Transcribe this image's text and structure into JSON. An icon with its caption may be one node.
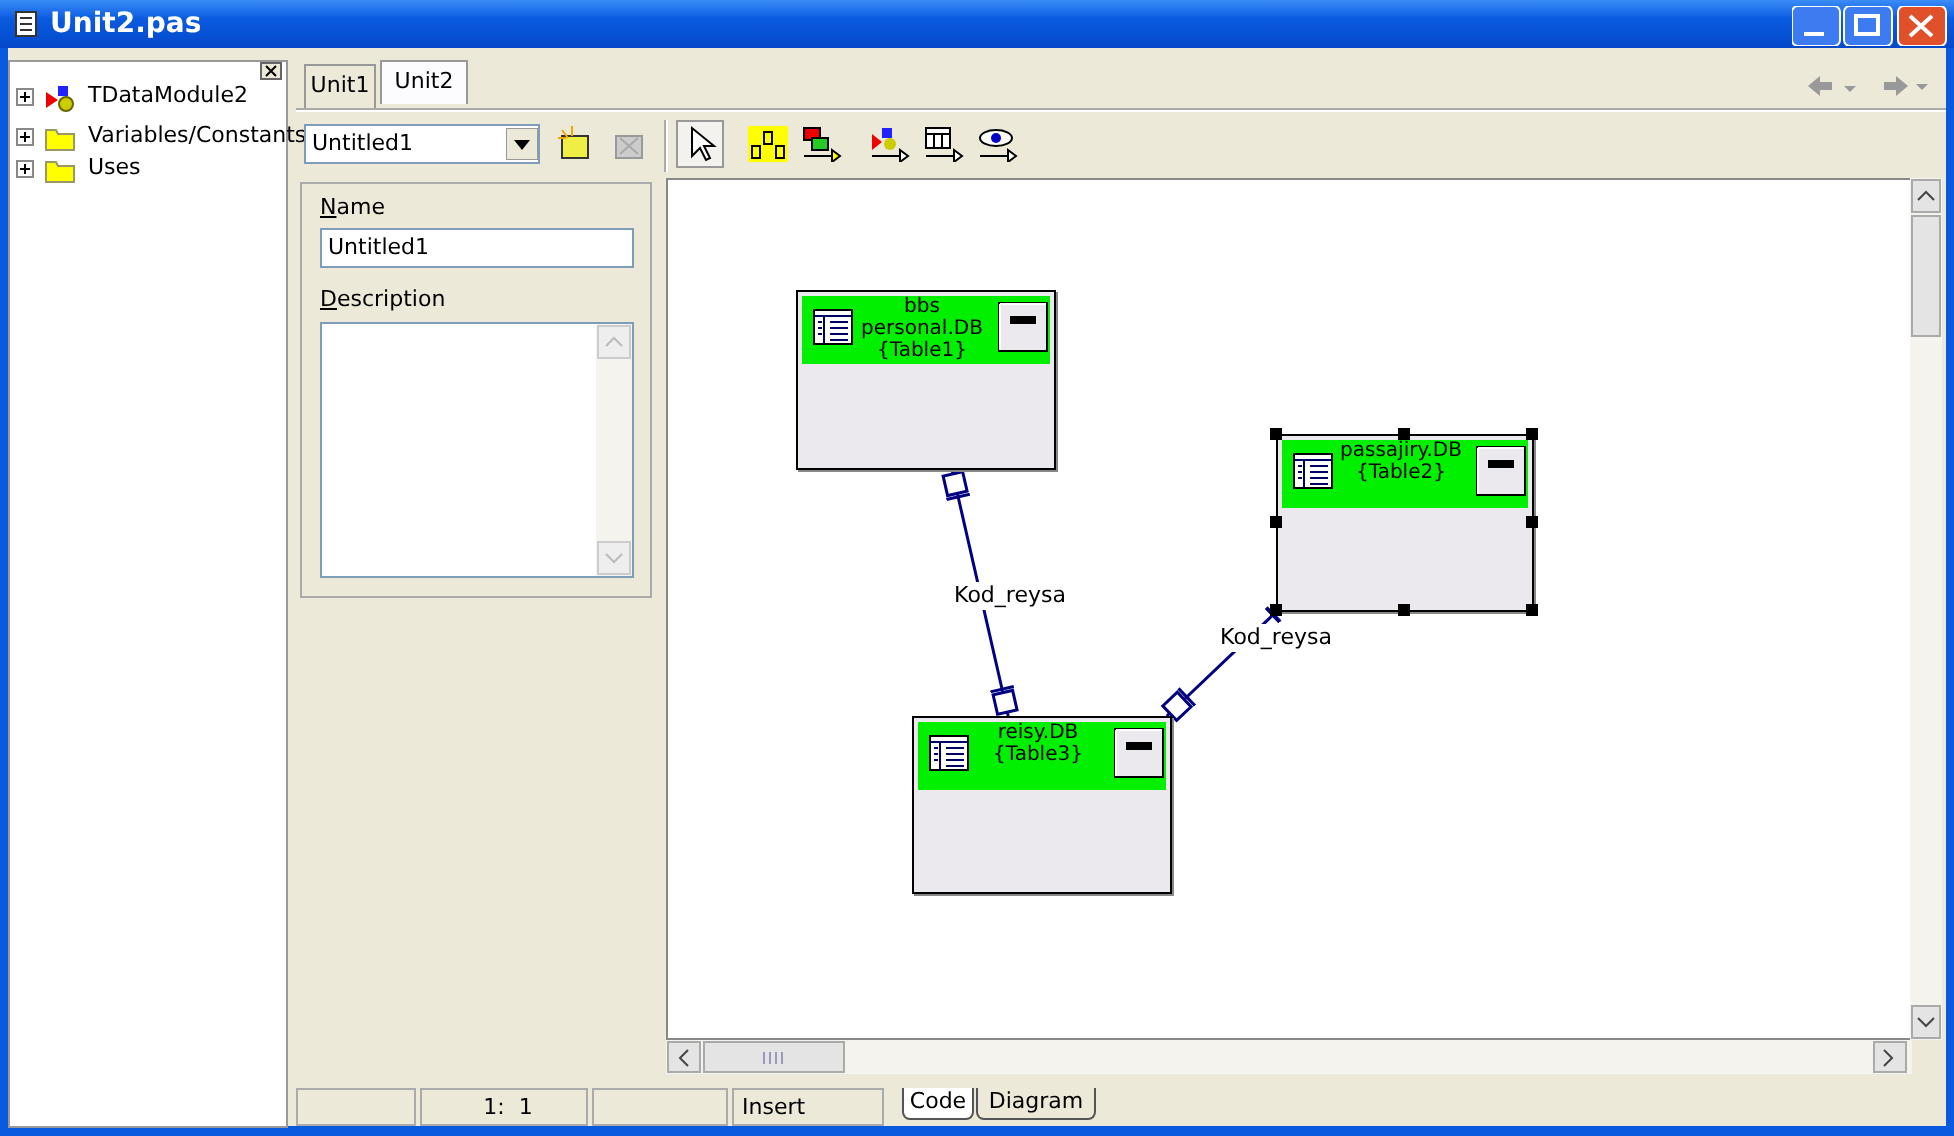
{
  "diagram": {
    "nodes": [
      {
        "text": [
          "bbs personal.DB {Table1}"
        ]
      },
      {
        "text": [
          "passajiry.DB {Table2}"
        ]
      },
      {
        "text": [
          "reisy.DB {Table3}"
        ]
      }
    ],
    "edges": [
      {
        "from": 0,
        "to": 2,
        "arrow": "other",
        "label": "Kod_reysa"
      },
      {
        "from": 1,
        "to": 2,
        "arrow": "other",
        "label": "Kod_reysa"
      }
    ],
    "labels": [
      "Unit2.pas",
      "TDataModule2",
      "Variables/Constants",
      "Uses",
      "Unit1",
      "Unit2",
      "Untitled1",
      "Name",
      "Untitled1",
      "Description",
      "1:  1",
      "Insert",
      "Code",
      "Diagram"
    ]
  }
}
